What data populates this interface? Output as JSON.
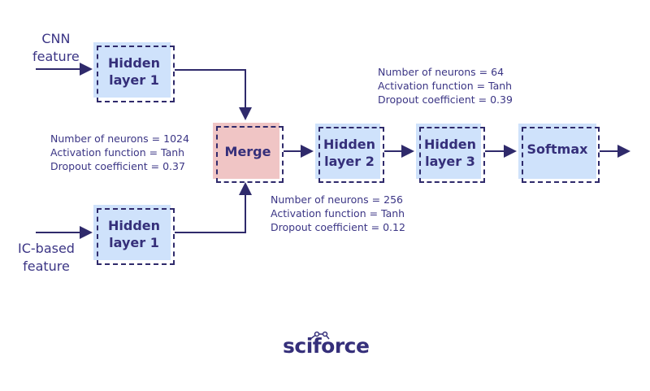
{
  "inputs": {
    "cnn": "CNN\nfeature",
    "ic": "IC-based\nfeature"
  },
  "nodes": {
    "hidden1_top": "Hidden\nlayer 1",
    "hidden1_bottom": "Hidden\nlayer 1",
    "merge": "Merge",
    "hidden2": "Hidden\nlayer 2",
    "hidden3": "Hidden\nlayer 3",
    "softmax": "Softmax"
  },
  "params": {
    "layer1": [
      "Number of neurons = 1024",
      "Activation function = Tanh",
      "Dropout coefficient = 0.37"
    ],
    "layer2": [
      "Number of neurons = 256",
      "Activation function = Tanh",
      "Dropout coefficient = 0.12"
    ],
    "layer3": [
      "Number of neurons = 64",
      "Activation function = Tanh",
      "Dropout coefficient = 0.39"
    ]
  },
  "logo": "sciforce",
  "colors": {
    "hidden": "#cfe2fb",
    "merge": "#f0c5c5",
    "line": "#2f2a6b"
  }
}
